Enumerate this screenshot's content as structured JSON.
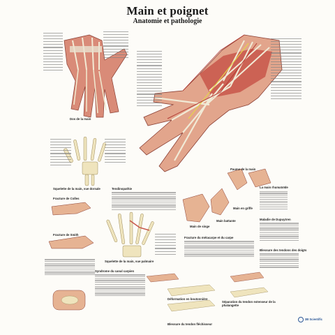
{
  "poster": {
    "title": "Main et poignet",
    "subtitle": "Anatomie et pathologie"
  },
  "captions": {
    "dorsal_view": "Dos de la main",
    "palm_view": "Paume de la main",
    "skeleton_dorsal": "Squelette de la main, vue dorsale",
    "colles": "Fracture de Colles",
    "smith": "Fracture de Smith",
    "skeleton_palmar": "Squelette de la main, vue palmaire",
    "tendinopathy": "Tendinopathie",
    "carpal_tunnel": "Syndrome du canal carpien",
    "rheumatoid": "La main rhumatoïde",
    "claw": "Main en griffe",
    "ape": "Main de singe",
    "mallet": "Main battante",
    "dupuytren": "Maladie de Dupuytren",
    "metacarpal_fractures": "Fracture du métacarpe et du carpe",
    "flexor_injury": "Blessure des tendons des doigts",
    "extensor_injury": "Blessure du tendon fléchisseur",
    "deformation": "Déformation en boutonnière",
    "phalanx_separation": "Séparation du tendon extenseur de la phalangette"
  },
  "brand": {
    "logo": "3B Scientific"
  },
  "colors": {
    "skin": "#e6b393",
    "muscle": "#c8564a",
    "tendon": "#e9e2cf",
    "bone": "#efe4bd",
    "nerve": "#e7d44a",
    "vessel": "#b33a33"
  }
}
